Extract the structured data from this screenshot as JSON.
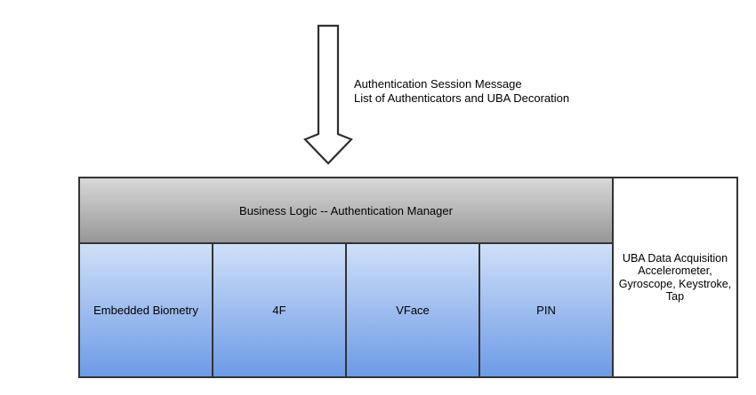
{
  "page": {
    "background": "#ffffff"
  },
  "flow_arrow": {
    "direction": "down",
    "label": "Authentication Session Message\nList of Authenticators and UBA Decoration"
  },
  "diagram": {
    "manager_label": "Business Logic -- Authentication Manager",
    "authenticators": [
      {
        "label": "Embedded Biometry"
      },
      {
        "label": "4F"
      },
      {
        "label": "VFace"
      },
      {
        "label": "PIN"
      }
    ],
    "uba_label": "UBA Data Acquisition\nAccelerometer,\nGyroscope, Keystroke,\nTap"
  },
  "colors": {
    "border": "#333333",
    "manager_gradient_top": "#d8d8d8",
    "manager_gradient_bottom": "#979797",
    "authenticator_gradient_top": "#cfdff8",
    "authenticator_gradient_bottom": "#6d9be6",
    "arrow_outline": "#2f2f2f",
    "arrow_fill": "#ffffff",
    "text": "#000000"
  }
}
